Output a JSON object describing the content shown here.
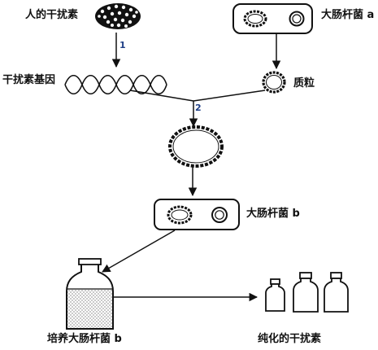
{
  "labels": {
    "human_interferon": "人的干扰素",
    "ecoli_a": "大肠杆菌 a",
    "interferon_gene": "干扰素基因",
    "plasmid": "质粒",
    "ecoli_b": "大肠杆菌 b",
    "culture_ecoli_b": "培养大肠杆菌 b",
    "purified_interferon": "纯化的干扰素"
  },
  "steps": {
    "step1": "1",
    "step2": "2"
  },
  "colors": {
    "stroke": "#111111",
    "step_number": "#1f3f86",
    "background": "#ffffff"
  }
}
